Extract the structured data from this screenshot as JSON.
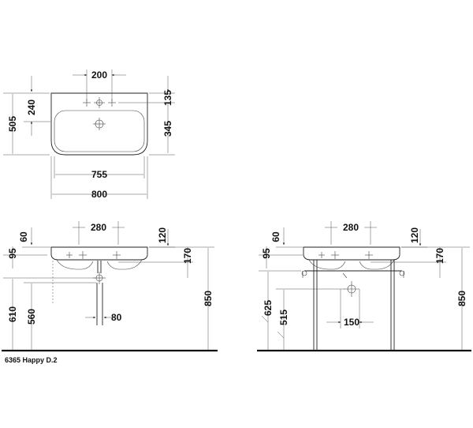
{
  "title": "6365 Happy D.2",
  "top_view": {
    "spacing": "200",
    "depth_total": "505",
    "depth_back": "240",
    "back_to_tap": "135",
    "tap_to_front": "345",
    "bowl_width": "755",
    "total_width": "800"
  },
  "front_view_left": {
    "tap_spacing": "280",
    "rim_thickness": "60",
    "rim_depth": "95",
    "rim_height_120": "120",
    "basin_height_170": "170",
    "drain_height_610": "610",
    "trap_height_560": "560",
    "trap_width_80": "80",
    "total_height_850": "850"
  },
  "front_view_right": {
    "tap_spacing": "280",
    "rim_thickness": "60",
    "rim_depth": "95",
    "rim_height_120": "120",
    "basin_height_170": "170",
    "leg_height_625": "625",
    "drain_height_515": "515",
    "trap_width_150": "150",
    "total_height_850": "850"
  }
}
